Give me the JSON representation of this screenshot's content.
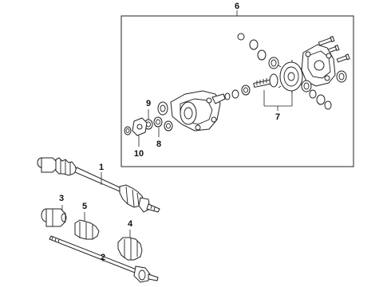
{
  "diagram": {
    "callouts": {
      "c1": "1",
      "c2": "2",
      "c3": "3",
      "c4": "4",
      "c5": "5",
      "c6": "6",
      "c7": "7",
      "c8": "8",
      "c9": "9",
      "c10": "10"
    },
    "colors": {
      "line": "#222222",
      "background": "#ffffff"
    }
  }
}
